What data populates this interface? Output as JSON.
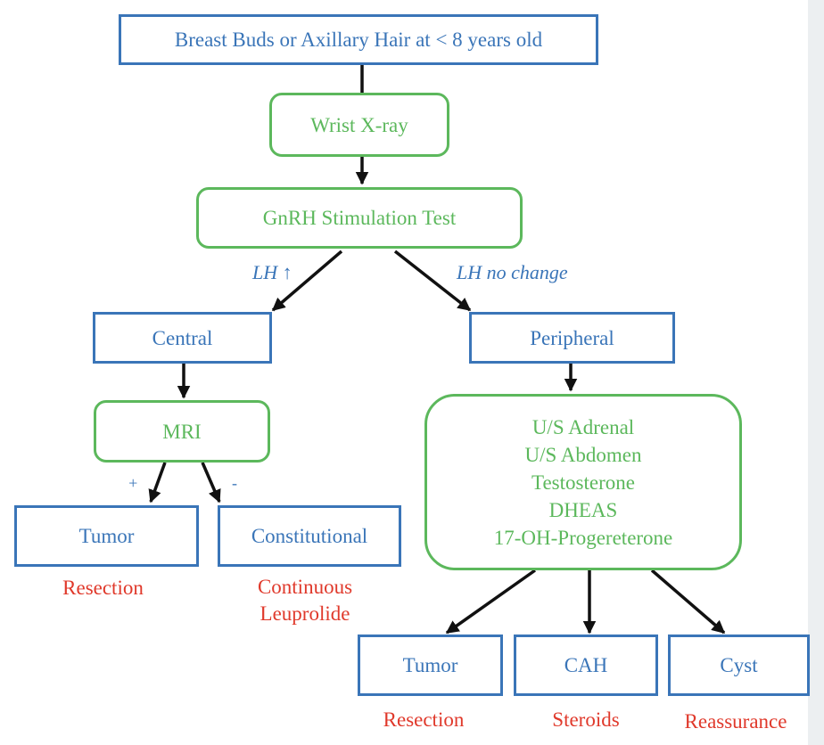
{
  "nodes": {
    "start": "Breast Buds or Axillary Hair at < 8 years old",
    "wrist": "Wrist X-ray",
    "gnrh": "GnRH Stimulation Test",
    "central": "Central",
    "peripheral": "Peripheral",
    "mri": "MRI",
    "tumor_left": "Tumor",
    "constitutional": "Constitutional",
    "workup": [
      "U/S Adrenal",
      "U/S Abdomen",
      "Testosterone",
      "DHEAS",
      "17-OH-Progereterone"
    ],
    "tumor_right": "Tumor",
    "cah": "CAH",
    "cyst": "Cyst"
  },
  "edge_labels": {
    "lh_up": "LH ↑",
    "lh_no_change": "LH no change",
    "mri_positive": "+",
    "mri_negative": "-"
  },
  "treatments": {
    "resection_left": "Resection",
    "continuous_leuprolide": [
      "Continuous",
      "Leuprolide"
    ],
    "resection_right": "Resection",
    "steroids": "Steroids",
    "reassurance": "Reassurance"
  },
  "colors": {
    "blue_box": "#3a75b8",
    "green_box": "#5cb85c",
    "treatment_text": "#e0392b",
    "arrow": "#111111"
  }
}
